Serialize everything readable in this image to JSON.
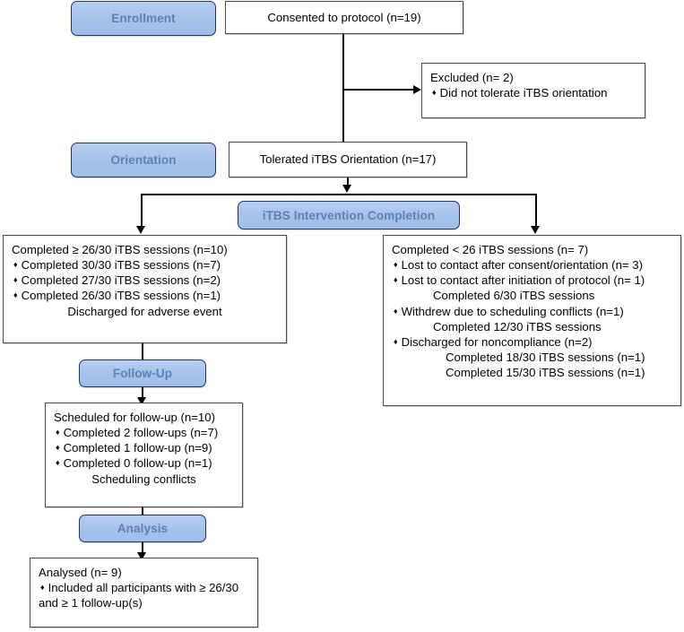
{
  "diagram": {
    "title": "iTBS study participant flow diagram",
    "type": "consort-flow",
    "colors": {
      "stage_fill": "#a5c2ea",
      "stage_border": "#1f3864",
      "stage_text": "#5b80b4",
      "box_border": "#4a4a4a",
      "box_fill": "#ffffff",
      "connector": "#000000"
    },
    "bullet_glyph": "♦"
  },
  "stages": {
    "enrollment": "Enrollment",
    "orientation": "Orientation",
    "intervention": "iTBS Intervention Completion",
    "followup": "Follow-Up",
    "analysis": "Analysis"
  },
  "boxes": {
    "consented": {
      "name": "consented-box",
      "text": "Consented to protocol (n=19)"
    },
    "excluded": {
      "name": "excluded-box",
      "lines": [
        {
          "style": "head",
          "text": "Excluded (n= 2)"
        },
        {
          "style": "bullet",
          "text": "Did not tolerate iTBS orientation"
        }
      ]
    },
    "tolerated": {
      "name": "tolerated-box",
      "text": "Tolerated iTBS Orientation (n=17)"
    },
    "completed_ge26": {
      "name": "completed-at-least-26-box",
      "lines": [
        {
          "style": "head",
          "text": "Completed ≥ 26/30 iTBS sessions (n=10)"
        },
        {
          "style": "bullet",
          "text": "Completed 30/30 iTBS sessions (n=7)"
        },
        {
          "style": "bullet",
          "text": "Completed 27/30 iTBS sessions (n=2)"
        },
        {
          "style": "bullet",
          "text": "Completed 26/30 iTBS sessions (n=1)"
        },
        {
          "style": "center",
          "text": "Discharged for adverse event"
        }
      ]
    },
    "completed_lt26": {
      "name": "completed-fewer-than-26-box",
      "lines": [
        {
          "style": "head",
          "text": "Completed < 26 iTBS sessions (n= 7)"
        },
        {
          "style": "bullet",
          "text": "Lost to contact after consent/orientation (n= 3)"
        },
        {
          "style": "bullet",
          "text": "Lost to contact after initiation of protocol (n= 1)"
        },
        {
          "style": "indent",
          "text": "Completed 6/30 iTBS sessions"
        },
        {
          "style": "bullet",
          "text": "Withdrew due to scheduling conflicts (n=1)"
        },
        {
          "style": "indent",
          "text": "Completed 12/30 iTBS sessions"
        },
        {
          "style": "bullet",
          "text": "Discharged for noncompliance (n=2)"
        },
        {
          "style": "indent2",
          "text": "Completed 18/30 iTBS sessions (n=1)"
        },
        {
          "style": "indent2",
          "text": "Completed 15/30 iTBS sessions (n=1)"
        }
      ]
    },
    "scheduled_followup": {
      "name": "scheduled-followup-box",
      "lines": [
        {
          "style": "head",
          "text": "Scheduled for follow-up (n=10)"
        },
        {
          "style": "bullet",
          "text": "Completed 2 follow-ups (n=7)"
        },
        {
          "style": "bullet",
          "text": "Completed 1 follow-up (n=9)"
        },
        {
          "style": "bullet",
          "text": "Completed 0 follow-up (n=1)"
        },
        {
          "style": "center",
          "text": "Scheduling conflicts"
        }
      ]
    },
    "analysed": {
      "name": "analysed-box",
      "lines": [
        {
          "style": "head",
          "text": "Analysed (n= 9)"
        },
        {
          "style": "bullet",
          "text": "Included all participants with ≥ 26/30"
        },
        {
          "style": "head",
          "text": "and ≥ 1 follow-up(s)"
        }
      ]
    }
  }
}
